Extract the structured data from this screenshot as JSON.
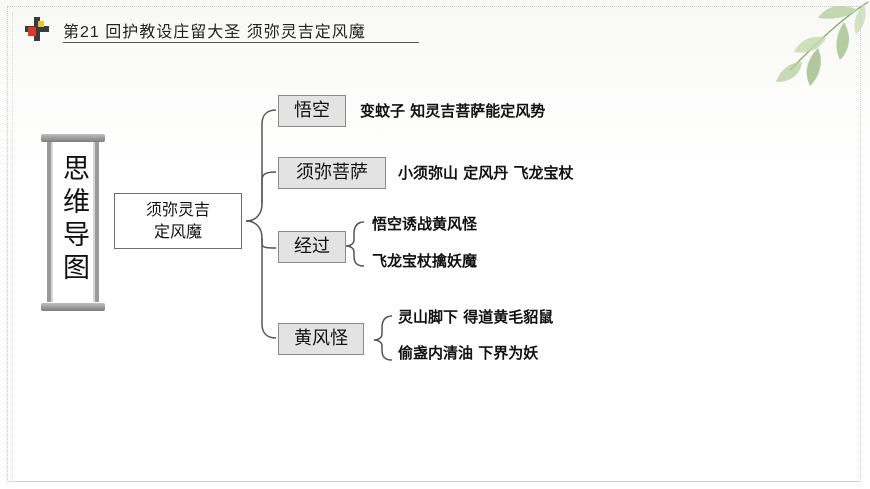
{
  "header": {
    "title": "第21  回护教设庄留大圣  须弥灵吉定风魔"
  },
  "icons": {
    "logo": "cross-plus-icon",
    "decoration": "leaf-branch-icon"
  },
  "colors": {
    "branch_fill": "#e3e3e3",
    "logo_red": "#d63a2a",
    "logo_dark": "#3b3b3b",
    "leaf_green": "#a7c490"
  },
  "mindmap": {
    "title": "思维导图",
    "root": "须弥灵吉\n定风魔",
    "branches": [
      {
        "label": "悟空",
        "details": [
          "变蚊子  知灵吉菩萨能定风势"
        ]
      },
      {
        "label": "须弥菩萨",
        "details": [
          "小须弥山  定风丹  飞龙宝杖"
        ]
      },
      {
        "label": "经过",
        "details": [
          "悟空诱战黄风怪",
          "飞龙宝杖擒妖魔"
        ]
      },
      {
        "label": "黄风怪",
        "details": [
          "灵山脚下  得道黄毛貂鼠",
          "偷盏内清油  下界为妖"
        ]
      }
    ]
  }
}
